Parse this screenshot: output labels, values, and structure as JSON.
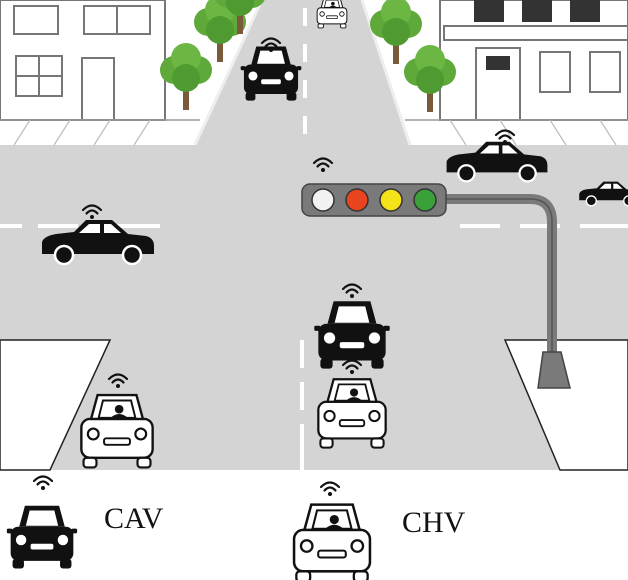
{
  "legend": {
    "cav_label": "CAV",
    "chv_label": "CHV"
  },
  "colors": {
    "road": "#d4d4d4",
    "sidewalk": "#f7f7f7",
    "lane_marking": "#ffffff",
    "light_off": "#f2f2f2",
    "light_red": "#e8451f",
    "light_yellow": "#f5e31a",
    "light_green": "#3aa13a",
    "pole": "#7a7a7a",
    "tree_green": "#5fa83a",
    "cav_body": "#111111",
    "chv_body": "#ffffff"
  },
  "vehicle_types": {
    "cav": "connected-automated-vehicle",
    "chv": "connected-human-driven-vehicle"
  },
  "icons": [
    "wifi-signal-icon",
    "car-icon",
    "traffic-light-icon",
    "tree-icon",
    "building-icon"
  ]
}
